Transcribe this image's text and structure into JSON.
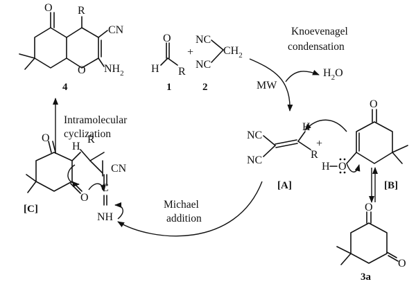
{
  "compound_4": {
    "number": "4",
    "atoms": {
      "oxo": "O",
      "r": "R",
      "cn": "CN",
      "ring_o": "O",
      "nh2": "NH",
      "nh2_sub": "2"
    }
  },
  "reagent_1": {
    "number": "1",
    "atoms": {
      "o": "O",
      "h": "H",
      "r": "R"
    }
  },
  "plus_12": "+",
  "reagent_2": {
    "number": "2",
    "atoms": {
      "nc_top": "NC",
      "nc_bot": "NC",
      "ch2": "CH",
      "ch2_sub": "2"
    }
  },
  "knoevenagel": {
    "line1": "Knoevenagel",
    "line2": "condensation"
  },
  "water": {
    "h": "H",
    "sub": "2",
    "o": "O"
  },
  "mw": "MW",
  "cyclization": {
    "line1": "Intramolecular",
    "line2": "cyclization"
  },
  "intermediate_A": {
    "label": "[A]",
    "atoms": {
      "nc_top": "NC",
      "nc_bot": "NC",
      "h": "H",
      "r": "R"
    }
  },
  "plus_AB": "+",
  "intermediate_B": {
    "label": "[B]",
    "atoms": {
      "o_top": "O",
      "h": "H",
      "oh_o": "O"
    }
  },
  "intermediate_C": {
    "label": "[C]",
    "atoms": {
      "o_top": "O",
      "h": "H",
      "r": "R",
      "cn": "CN",
      "o_mid": "O",
      "c": "C",
      "nh": "NH"
    }
  },
  "michael": {
    "line1": "Michael",
    "line2": "addition"
  },
  "compound_3a": {
    "number": "3a",
    "atoms": {
      "o_top": "O",
      "o_bot": "O"
    }
  }
}
